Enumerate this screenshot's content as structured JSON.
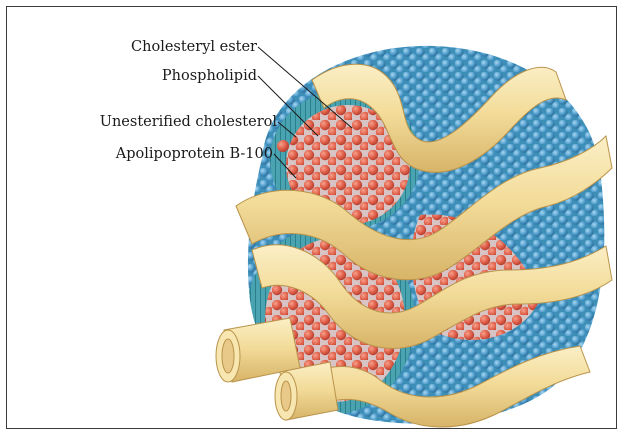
{
  "labels": {
    "cholesteryl_ester": "Cholesteryl ester",
    "phospholipid": "Phospholipid",
    "unesterified_cholesterol": "Unesterified cholesterol",
    "apolipoprotein": "Apolipoprotein B-100"
  },
  "colors": {
    "cholesteryl_ester": "#e0604a",
    "phospholipid": "#4e9ccc",
    "phospholipid_tail": "#2f8f9a",
    "apolipoprotein": "#f3dc9a",
    "apolipoprotein_shadow": "#d7b468",
    "frame": "#3a3a3a"
  }
}
